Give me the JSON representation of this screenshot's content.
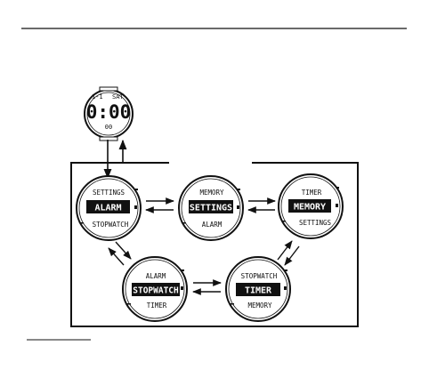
{
  "clock": {
    "date": "1-1",
    "day": "SAT",
    "time": "0:00",
    "seconds": "00"
  },
  "menus": {
    "alarm": {
      "top": "SETTINGS",
      "selected": "ALARM",
      "bottom": "STOPWATCH"
    },
    "settings": {
      "top": "MEMORY",
      "selected": "SETTINGS",
      "bottom": "ALARM"
    },
    "memory": {
      "top": "TIMER",
      "selected": "MEMORY",
      "bottom": "SETTINGS"
    },
    "stopwatch": {
      "top": "ALARM",
      "selected": "STOPWATCH",
      "bottom": "TIMER"
    },
    "timer": {
      "top": "STOPWATCH",
      "selected": "TIMER",
      "bottom": "MEMORY"
    }
  },
  "colors": {
    "ink": "#111111",
    "background": "#ffffff"
  }
}
